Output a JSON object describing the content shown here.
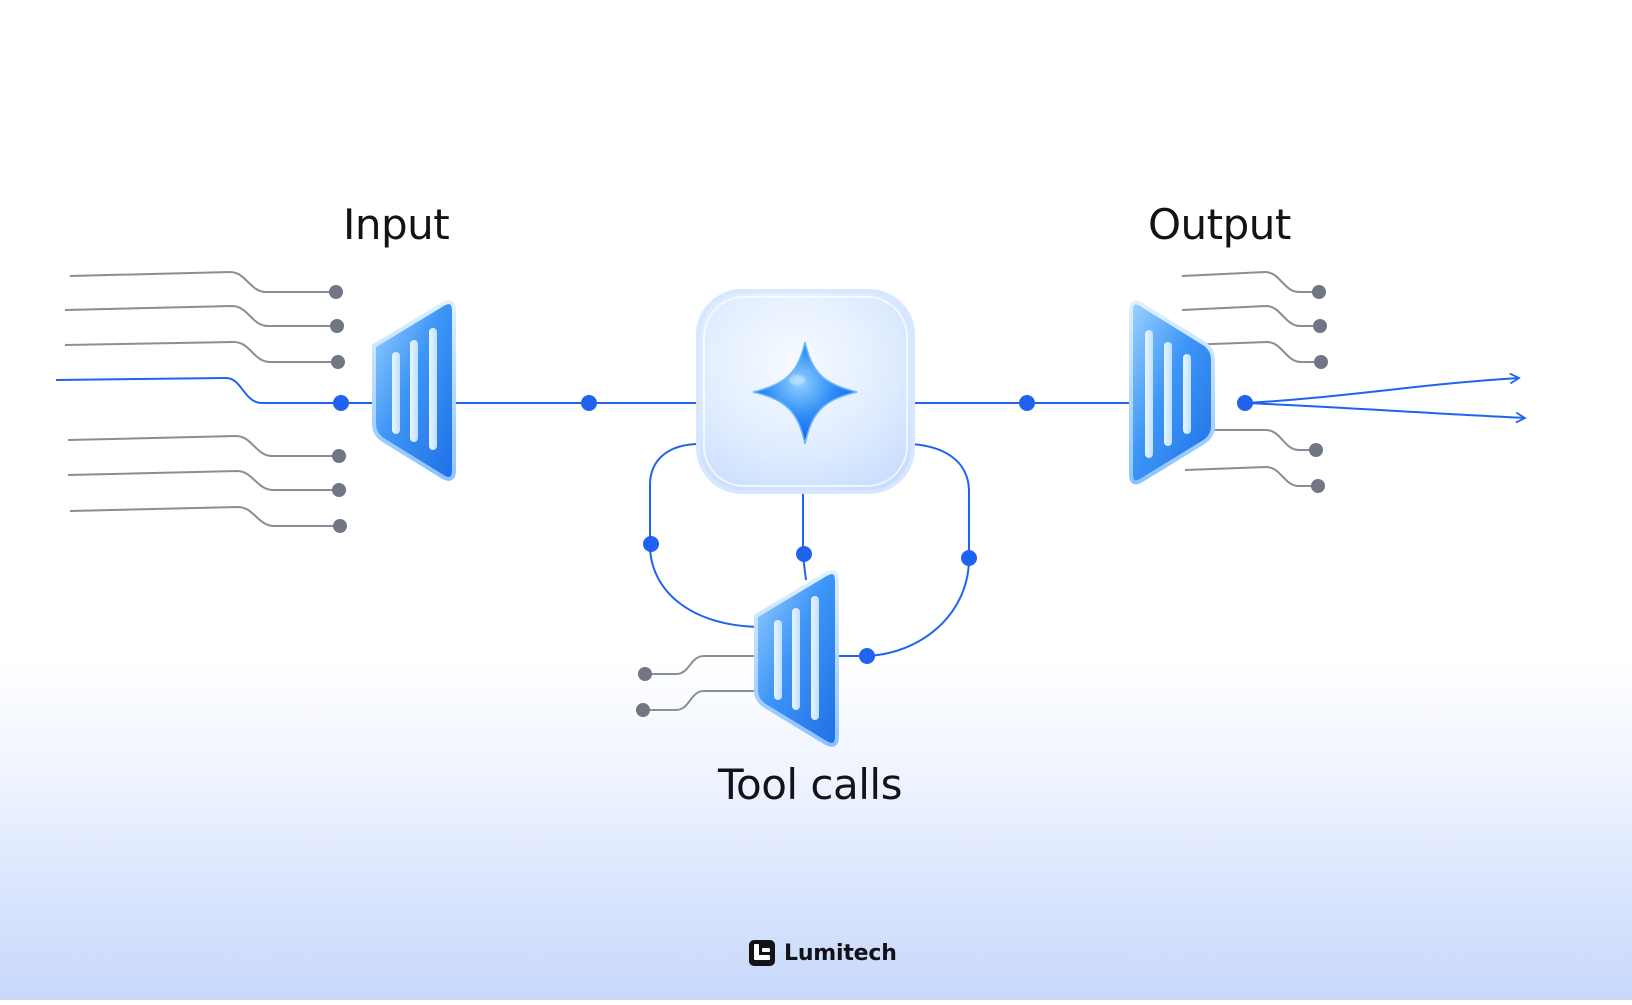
{
  "labels": {
    "input": "Input",
    "output": "Output",
    "tool_calls": "Tool calls"
  },
  "brand": {
    "name": "Lumitech",
    "icon": "lumitech-logo-icon"
  },
  "colors": {
    "accent": "#1f63ee",
    "wire_gray": "#7d818c",
    "node_gray": "#717784",
    "funnel_blue": "#3f98f5",
    "background_bottom": "#c8d8fb"
  },
  "icons": {
    "center": "sparkle-star-icon"
  }
}
